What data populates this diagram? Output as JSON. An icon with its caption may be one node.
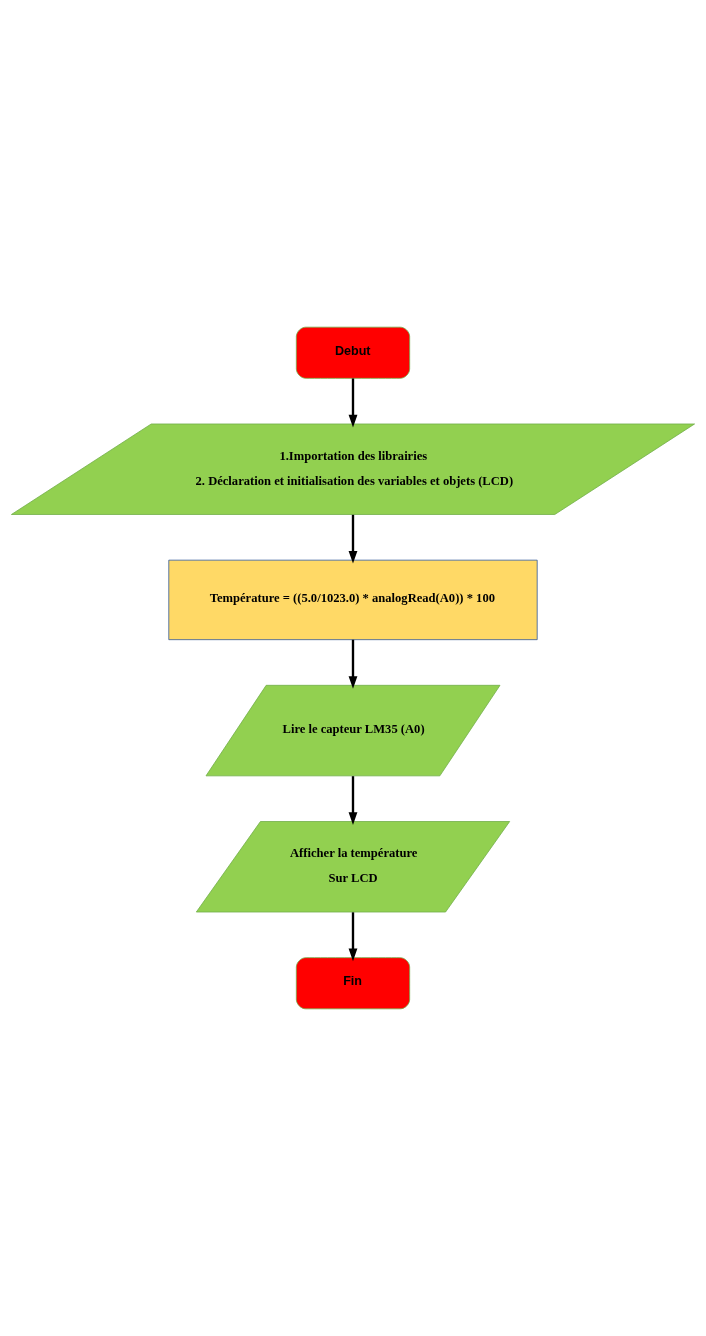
{
  "diagram": {
    "nodes": [
      {
        "text": [
          "Debut"
        ]
      },
      {
        "text": [
          "1.Importation des librairies",
          "2. Déclaration et initialisation des variables et objets (LCD)"
        ]
      },
      {
        "text": [
          "Température = ((5.0/1023.0) * analogRead(A0)) * 100"
        ]
      },
      {
        "text": [
          "Lire le capteur LM35 (A0)"
        ]
      },
      {
        "text": [
          "Afficher la température",
          "Sur LCD"
        ]
      },
      {
        "text": [
          "Fin"
        ]
      }
    ],
    "edges": [
      {
        "from": 0,
        "to": 1,
        "arrow": "to"
      },
      {
        "from": 1,
        "to": 2,
        "arrow": "to"
      },
      {
        "from": 2,
        "to": 3,
        "arrow": "to"
      },
      {
        "from": 3,
        "to": 4,
        "arrow": "to"
      },
      {
        "from": 4,
        "to": 5,
        "arrow": "to"
      }
    ]
  }
}
